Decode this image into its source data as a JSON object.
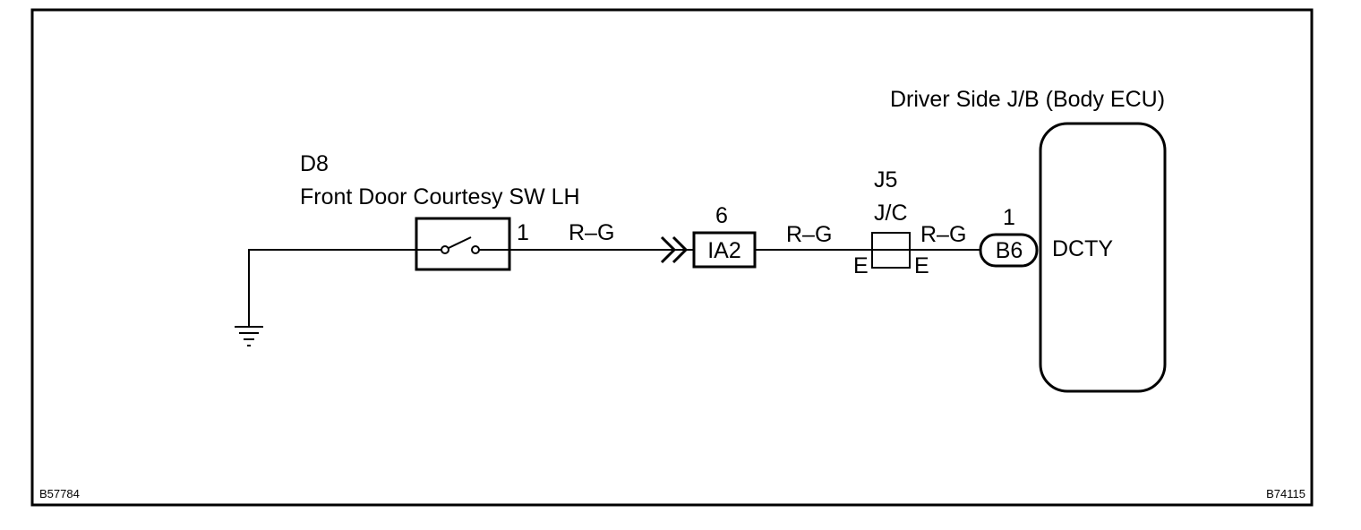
{
  "switch": {
    "code": "D8",
    "name": "Front Door Courtesy SW LH",
    "pin": "1"
  },
  "wires": {
    "w1": "R–G",
    "w2": "R–G",
    "w3": "R–G"
  },
  "connector_ia2": {
    "pin": "6",
    "label": "IA2"
  },
  "junction": {
    "code": "J5",
    "type": "J/C",
    "left_pin": "E",
    "right_pin": "E"
  },
  "ecu": {
    "title": "Driver Side J/B (Body ECU)",
    "pin": "1",
    "connector": "B6",
    "terminal": "DCTY"
  },
  "footer": {
    "left_code": "B57784",
    "right_code": "B74115"
  }
}
